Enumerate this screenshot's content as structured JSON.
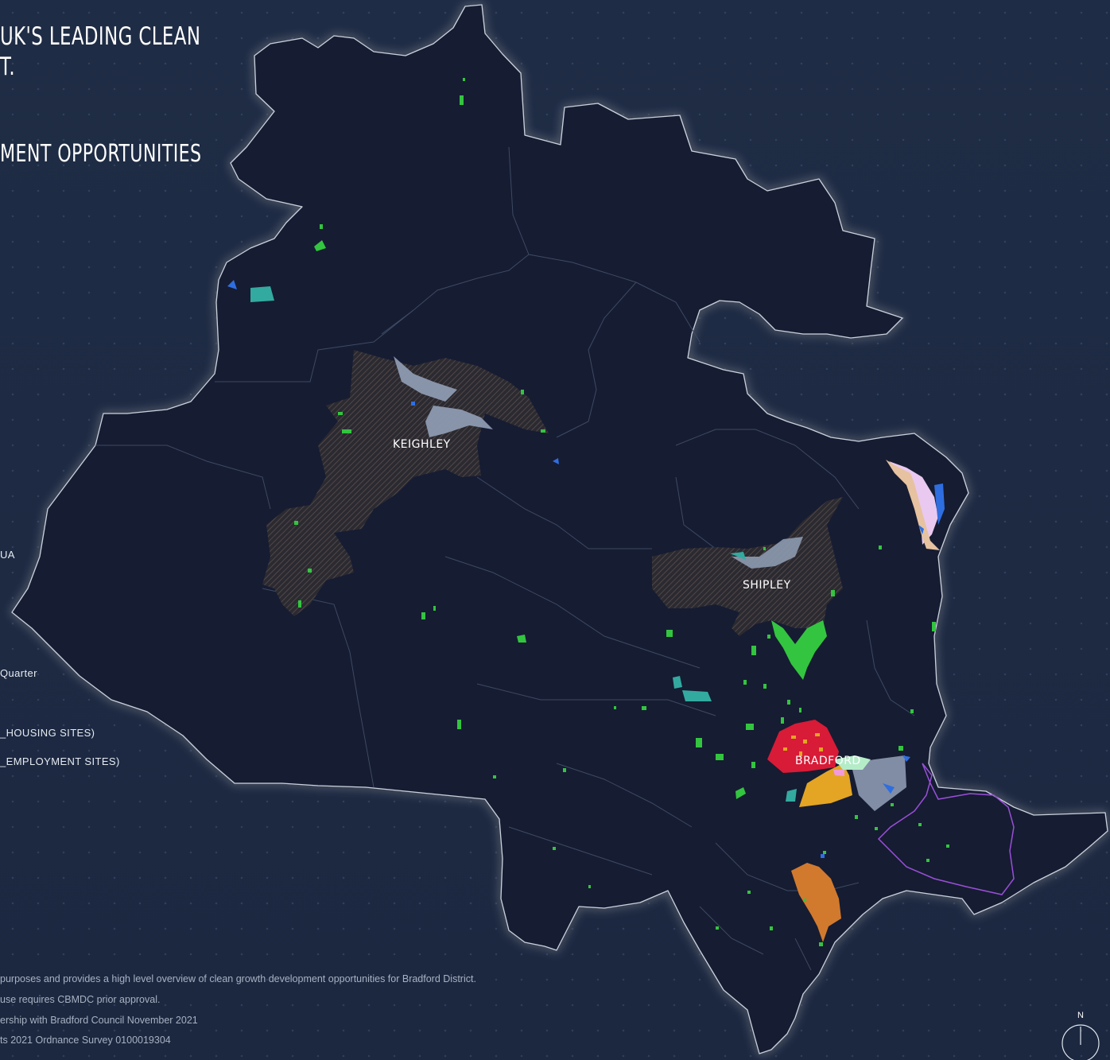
{
  "header": {
    "title_line1": "UK'S LEADING CLEAN",
    "title_line2": "T.",
    "subtitle": "MENT OPPORTUNITIES"
  },
  "legend": {
    "items": [
      {
        "label": "UA"
      },
      {
        "label": "Quarter"
      },
      {
        "label": "_HOUSING SITES)"
      },
      {
        "label": "_EMPLOYMENT SITES)"
      }
    ]
  },
  "map": {
    "places": [
      {
        "name": "KEIGHLEY"
      },
      {
        "name": "SHIPLEY"
      },
      {
        "name": "BRADFORD"
      }
    ],
    "colors": {
      "district_fill": "#161f33",
      "boundary": "#c9d0dc",
      "urban_hatch": "#3a3334",
      "housing_sites": "#33c53f",
      "employment_sites": "#2f6ee0",
      "teal_sites": "#33aaa0",
      "city_centre": "#d81b37",
      "orange_area": "#d17a2e",
      "gold_area": "#e4a524",
      "purple_boundary": "#9a4fd8",
      "grey_zones": "#8d9ab0",
      "pink_zone": "#e9c9f0"
    }
  },
  "footnotes": [
    "purposes and provides a high level overview of clean growth development opportunities for Bradford District.",
    "use requires CBMDC prior approval.",
    "ership with Bradford Council November 2021",
    "ts 2021 Ordnance Survey 0100019304"
  ],
  "north_arrow": {
    "label": "N",
    "icon": "north-arrow-icon"
  }
}
